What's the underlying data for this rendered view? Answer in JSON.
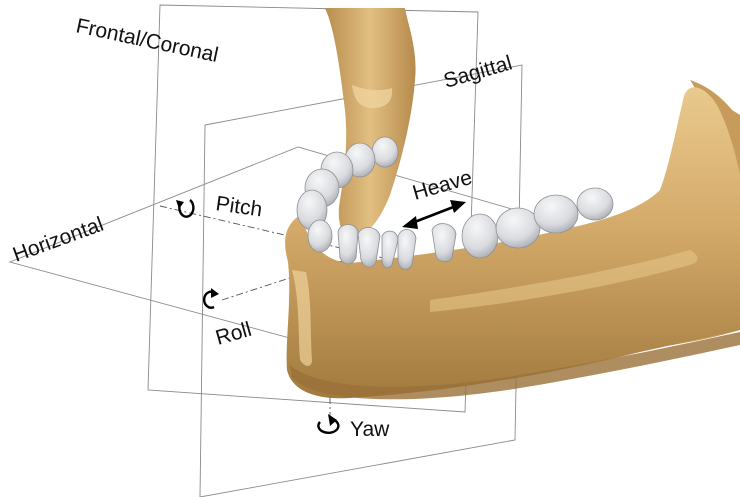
{
  "labels": {
    "frontal": "Frontal/Coronal",
    "sagittal": "Sagittal",
    "horizontal": "Horizontal",
    "pitch": "Pitch",
    "heave": "Heave",
    "roll": "Roll",
    "yaw": "Yaw"
  },
  "icons": {
    "pitch": "rotate-arrow-icon",
    "roll": "rotate-arrow-icon",
    "yaw": "rotate-arrow-icon",
    "heave": "double-arrow-icon"
  },
  "colors": {
    "bone": "#d4aa6a",
    "bone_dark": "#a27a3e",
    "tooth": "#dfe0e3",
    "plane_line": "#8a8a8a"
  }
}
